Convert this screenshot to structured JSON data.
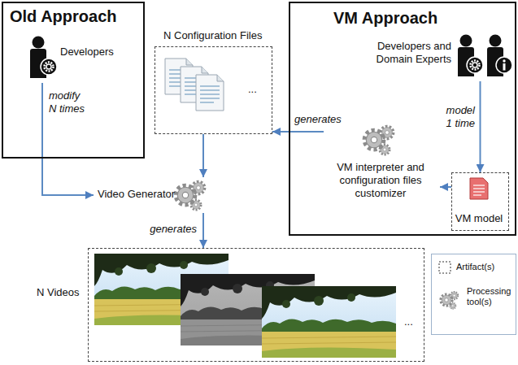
{
  "diagram": {
    "nodes": [
      {
        "text": [
          "Old Approach"
        ]
      },
      {
        "text": [
          "Developers"
        ],
        "in": 0
      },
      {
        "text": [
          "VM Approach"
        ]
      },
      {
        "text": [
          "Developers and Domain Experts"
        ],
        "in": 2
      },
      {
        "text": [
          "VM interpreter and configuration files customizer"
        ],
        "in": 2
      },
      {
        "text": [
          "VM model"
        ],
        "in": 2
      },
      {
        "text": [
          "N Configuration Files",
          "..."
        ]
      },
      {
        "text": [
          "Video Generator"
        ]
      },
      {
        "text": [
          "N Videos",
          "..."
        ]
      }
    ],
    "edges": [
      {
        "from": 1,
        "to": 7,
        "arrow": "to",
        "label": "modify N times"
      },
      {
        "from": 3,
        "to": 5,
        "arrow": "to",
        "label": "model 1 time"
      },
      {
        "from": 5,
        "to": 4,
        "arrow": "to"
      },
      {
        "from": 4,
        "to": 6,
        "arrow": "to",
        "label": "generates"
      },
      {
        "from": 6,
        "to": 7,
        "arrow": "to"
      },
      {
        "from": 7,
        "to": 8,
        "arrow": "to",
        "label": "generates"
      }
    ],
    "legend": [
      {
        "text": "Artifact(s)"
      },
      {
        "text": "Processing tool(s)"
      }
    ]
  }
}
